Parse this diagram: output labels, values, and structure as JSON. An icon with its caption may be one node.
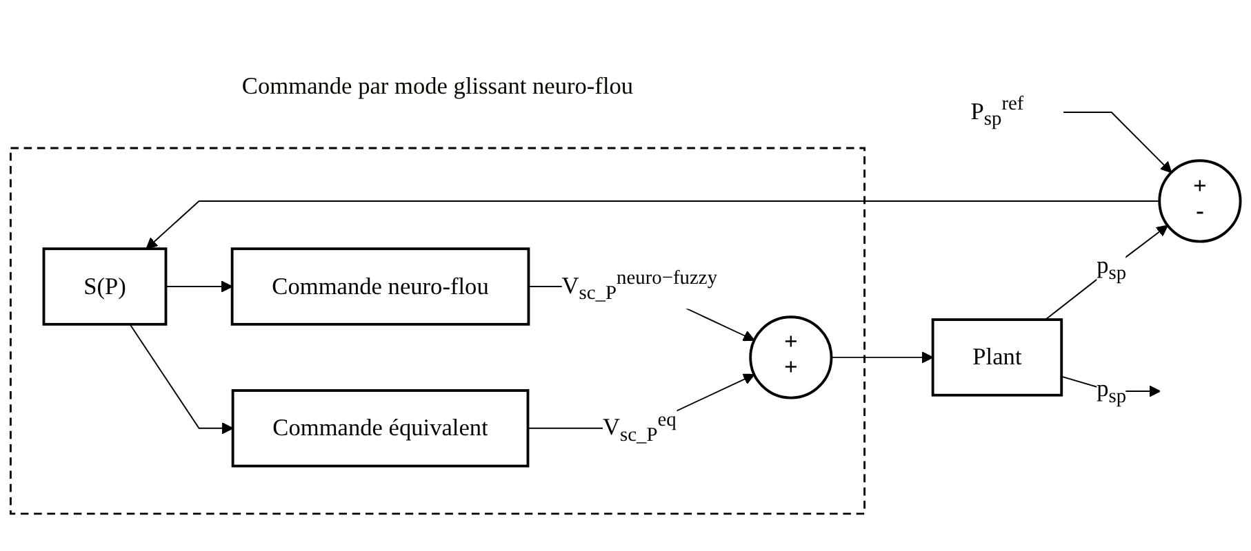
{
  "diagram": {
    "nodes": [
      {
        "text": [
          "Commande  par mode glissant neuro-flou"
        ]
      },
      {
        "text": [
          "P$_{sp}$$^{ref}$"
        ]
      },
      {
        "text": [
          "+",
          "-"
        ]
      },
      {
        "text": [
          "S(P)"
        ],
        "in": 0
      },
      {
        "text": [
          "Commande équivalent"
        ],
        "in": 0
      },
      {
        "text": [
          "Commande neuro-flou"
        ],
        "in": 0
      },
      {
        "text": [
          "+",
          "+"
        ],
        "in": 0
      },
      {
        "text": [
          "Plant"
        ]
      }
    ],
    "edges": [
      {
        "from": 1,
        "to": 2,
        "arrow": "to"
      },
      {
        "from": 2,
        "to": 3,
        "arrow": "to"
      },
      {
        "from": 3,
        "to": 4,
        "arrow": "to"
      },
      {
        "from": 3,
        "to": 5,
        "arrow": "to"
      },
      {
        "from": 4,
        "to": 6,
        "arrow": "to",
        "label": "V$_{sc_P}$$^{eq}$"
      },
      {
        "from": 5,
        "to": 6,
        "arrow": "to",
        "label": "V$_{sc_P}$$^{neuro−fuzzy}$"
      },
      {
        "from": 6,
        "to": 7,
        "arrow": "to"
      },
      {
        "from": 7,
        "to": null,
        "arrow": "to",
        "label": "p$_{sp}$"
      },
      {
        "from": 7,
        "to": 2,
        "arrow": "to",
        "label": "p$_{sp}$"
      }
    ]
  }
}
